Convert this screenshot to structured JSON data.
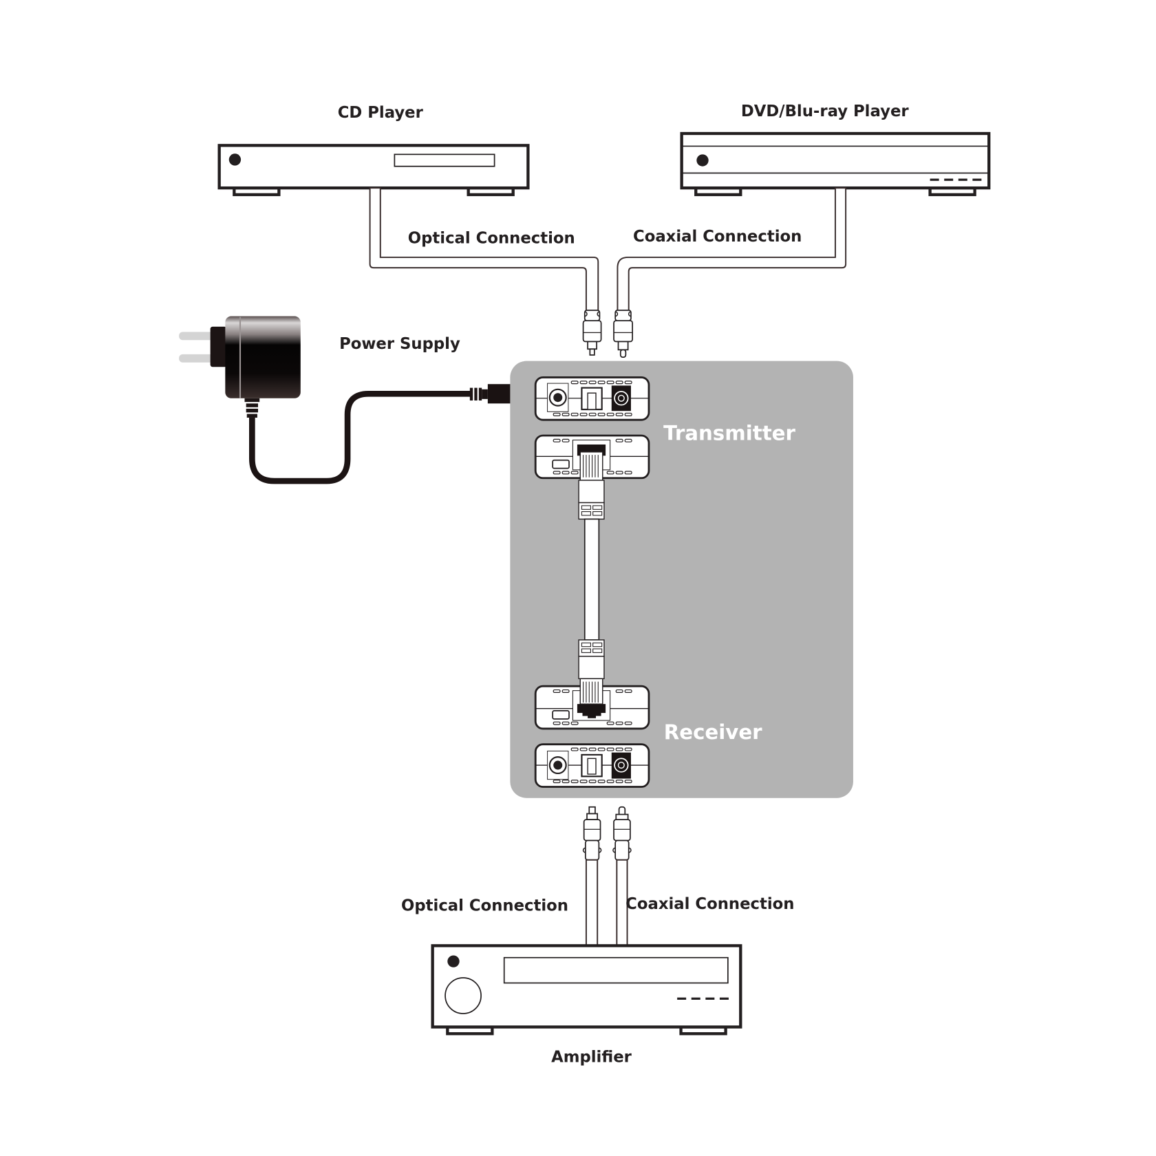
{
  "diagram": {
    "type": "connection-diagram",
    "colors": {
      "enclosure": "#b3b3b3",
      "outline": "#231f20",
      "label_text": "#231f20",
      "enclosure_text": "#ffffff",
      "power_supply_body": "#1a1414"
    },
    "sources": {
      "cd_player": {
        "label": "CD Player"
      },
      "dvd_player": {
        "label": "DVD/Blu-ray Player"
      }
    },
    "input_links": {
      "optical": {
        "label": "Optical Connection",
        "from": "CD Player",
        "to": "Transmitter"
      },
      "coaxial": {
        "label": "Coaxial Connection",
        "from": "DVD/Blu-ray Player",
        "to": "Transmitter"
      }
    },
    "power_supply": {
      "label": "Power Supply",
      "icon": "wall-adapter-icon"
    },
    "enclosure": {
      "transmitter": {
        "label": "Transmitter"
      },
      "receiver": {
        "label": "Receiver"
      },
      "link": {
        "type": "Ethernet (RJ-45) cable",
        "icon": "rj45-plug-icon"
      }
    },
    "output_links": {
      "optical": {
        "label": "Optical Connection",
        "from": "Receiver",
        "to": "Amplifier"
      },
      "coaxial": {
        "label": "Coaxial Connection",
        "from": "Receiver",
        "to": "Amplifier"
      }
    },
    "sink": {
      "amplifier": {
        "label": "Amplifier"
      }
    }
  }
}
